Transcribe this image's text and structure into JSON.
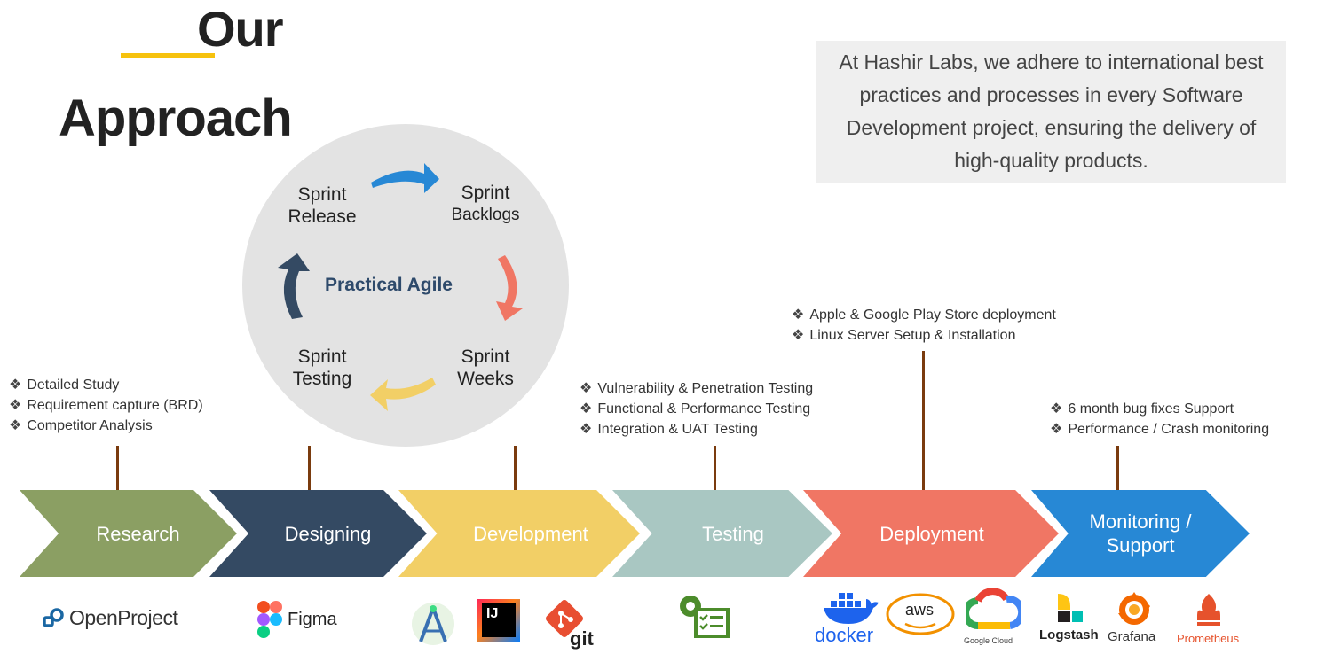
{
  "title": {
    "line1": "Our",
    "line2": "Approach"
  },
  "info_text": "At Hashir Labs, we adhere to international best practices and processes in every Software Development project, ensuring the delivery of high-quality products.",
  "agile": {
    "center": "Practical Agile",
    "release_line1": "Sprint",
    "release_line2": "Release",
    "backlogs_line1": "Sprint",
    "backlogs_line2": "Backlogs",
    "weeks_line1": "Sprint",
    "weeks_line2": "Weeks",
    "testing_line1": "Sprint",
    "testing_line2": "Testing"
  },
  "stages": [
    {
      "label": "Research",
      "color": "#8b9f63"
    },
    {
      "label": "Designing",
      "color": "#344a63"
    },
    {
      "label": "Development",
      "color": "#f2cf66"
    },
    {
      "label": "Testing",
      "color": "#a9c7c2"
    },
    {
      "label": "Deployment",
      "color": "#f07664"
    },
    {
      "label": "Monitoring / Support",
      "color": "#2788d5"
    }
  ],
  "bullets": {
    "research": [
      "Detailed Study",
      "Requirement capture (BRD)",
      "Competitor Analysis"
    ],
    "testing": [
      "Vulnerability & Penetration Testing",
      "Functional & Performance Testing",
      "Integration & UAT Testing"
    ],
    "deployment": [
      "Apple & Google Play Store deployment",
      "Linux Server Setup & Installation"
    ],
    "monitoring": [
      "6 month bug fixes Support",
      "Performance / Crash monitoring"
    ]
  },
  "tools": {
    "openproject": "OpenProject",
    "figma": "Figma",
    "git": "git",
    "intellij": "IJ",
    "docker": "docker",
    "aws": "aws",
    "google_cloud": "Google Cloud",
    "logstash": "Logstash",
    "grafana": "Grafana",
    "prometheus": "Prometheus"
  },
  "icons": [
    "android-studio-icon",
    "intellij-icon",
    "git-icon",
    "testing-gear-icon",
    "docker-icon",
    "aws-icon",
    "google-cloud-icon",
    "logstash-icon",
    "grafana-icon",
    "prometheus-icon",
    "openproject-icon",
    "figma-icon"
  ]
}
